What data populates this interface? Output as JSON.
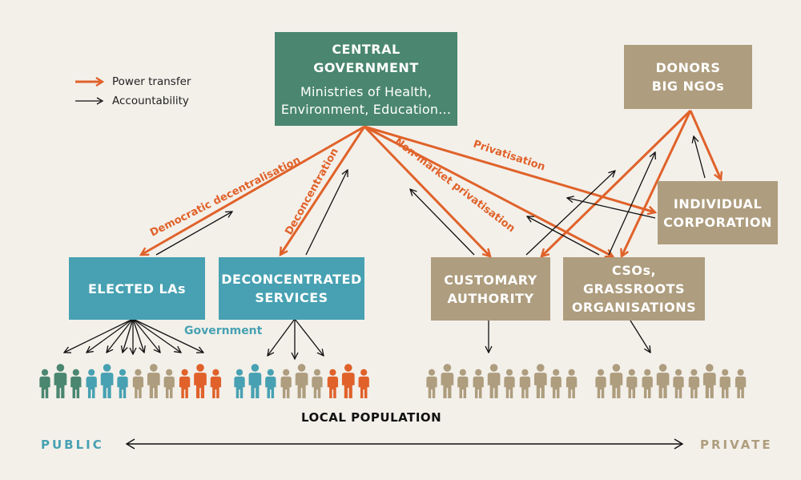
{
  "legend": {
    "power_transfer": "Power transfer",
    "accountability": "Accountability"
  },
  "central": {
    "title_line1": "CENTRAL",
    "title_line2": "GOVERNMENT",
    "sub_line1": "Ministries of Health,",
    "sub_line2": "Environment, Education..."
  },
  "donors": {
    "line1": "DONORS",
    "line2": "BIG NGOs"
  },
  "corporation": {
    "line1": "INDIVIDUAL",
    "line2": "CORPORATION"
  },
  "elected": {
    "line1": "ELECTED LAs"
  },
  "deconcentrated": {
    "line1": "DECONCENTRATED",
    "line2": "SERVICES"
  },
  "customary": {
    "line1": "CUSTOMARY",
    "line2": "AUTHORITY"
  },
  "csos": {
    "line1": "CSOs,",
    "line2": "GRASSROOTS",
    "line3": "ORGANISATIONS"
  },
  "arrows": {
    "democratic": "Democratic decentralisation",
    "deconcentration": "Deconcentration",
    "nonmarket": "Non-market privatisation",
    "privatisation": "Privatisation"
  },
  "government_label": "Government",
  "local_population": "LOCAL POPULATION",
  "public": "PUBLIC",
  "private": "PRIVATE",
  "colors": {
    "power": "#e0622a",
    "accountability": "#111111",
    "green": "#4a8670",
    "teal": "#47a1b2",
    "tan": "#ae9d7e",
    "orange": "#e0622a",
    "background": "#f3f0ea"
  },
  "people_groups": [
    [
      "green",
      "green",
      "green",
      "teal",
      "teal",
      "teal",
      "tan",
      "tan",
      "tan",
      "orange",
      "orange",
      "orange"
    ],
    [
      "teal",
      "teal",
      "teal",
      "tan",
      "tan",
      "tan",
      "orange",
      "orange",
      "orange"
    ],
    [
      "tan",
      "tan",
      "tan",
      "tan",
      "tan",
      "tan",
      "tan",
      "tan",
      "tan",
      "tan"
    ],
    [
      "tan",
      "tan",
      "tan",
      "tan",
      "tan",
      "tan",
      "tan",
      "tan",
      "tan",
      "tan"
    ]
  ]
}
